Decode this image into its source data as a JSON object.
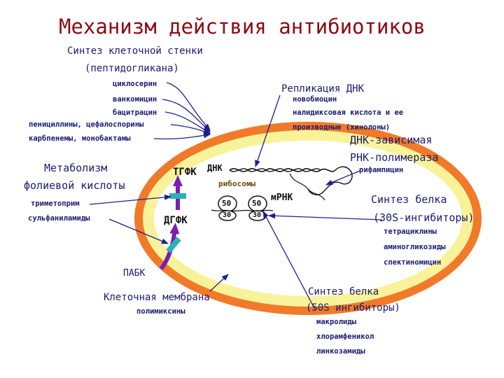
{
  "title": "Механизм действия антибиотиков",
  "cell_wall": {
    "heading_line1": "Синтез клеточной стенки",
    "heading_line2": "(пептидогликана)",
    "drugs": [
      "циклосерин",
      "ванкомицин",
      "бацитрацин",
      "пенициллины, цефалоспорины",
      "карбпенемы, монобактамы"
    ]
  },
  "folate": {
    "heading_line1": "Метаболизм",
    "heading_line2": "фолиевой кислоты",
    "drugs": [
      "триметоприм",
      "сульфаниламиды"
    ],
    "thfa_label": "ТГФК",
    "dhfa_label": "ДГФК",
    "paba_label": "ПАБК"
  },
  "dna_replication": {
    "heading": "Репликация ДНК",
    "drugs": [
      "новобиоцин",
      "налидиксовая кислота и ее",
      "производные (хинолоны)"
    ]
  },
  "rna_polymerase": {
    "heading_line1": "ДНК-зависимая",
    "heading_line2": "РНК-полимераза",
    "drugs": [
      "рифампицин"
    ]
  },
  "protein_30s": {
    "heading_line1": "Синтез белка",
    "heading_line2": "(30S-ингибиторы)",
    "drugs": [
      "тетрациклины",
      "аминогликозиды",
      "спектиномицин"
    ]
  },
  "protein_50s": {
    "heading_line1": "Синтез белка",
    "heading_line2": "(50S ингибиторы)",
    "drugs": [
      "макролиды",
      "хлорамфеникол",
      "линкозамиды"
    ]
  },
  "membrane": {
    "heading": "Клеточная мембрана",
    "drugs": [
      "полимиксины"
    ]
  },
  "cell_interior": {
    "dna_label": "ДНК",
    "ribosomes_label": "рибосомы",
    "mrna_label": "мРНК",
    "ribosome_large": "50",
    "ribosome_small": "30"
  },
  "colors": {
    "title": "#8b0a12",
    "text": "#1a1a70",
    "outer_wall": "#f07a2a",
    "inner_band": "#f8f39a",
    "folate_arrow": "#7a1fb0",
    "enzyme_block": "#2ab3b3",
    "arrow": "#1f1f8f"
  }
}
